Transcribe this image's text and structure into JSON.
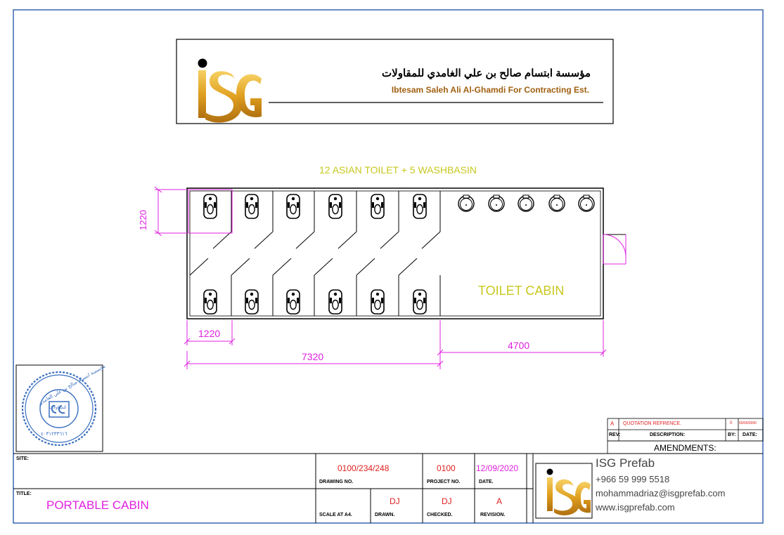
{
  "header": {
    "logo_text": "ISG",
    "company_name_ar": "مؤسسة ابتسام صالح بن علي الغامدي للمقاولات",
    "company_name_en": "Ibtesam Saleh Ali Al-Ghamdi For Contracting Est."
  },
  "drawing": {
    "title": "12 ASIAN TOILET + 5 WASHBASIN",
    "room_label": "TOILET CABIN",
    "dim_height": "1220",
    "dim_cubicle": "1220",
    "dim_toilet_section": "7320",
    "dim_wash_section": "4700"
  },
  "stamp": {
    "ring_text": "مؤسسة ابتسام صالح بن علي الغامدي",
    "inner_text": "للمقاولات",
    "number": "٤٠٣١٢٣٣٦١٦"
  },
  "revisions": {
    "row": {
      "rev": "A",
      "description": "QUOTATION REFRENCE.",
      "by": "0",
      "date": "00/00/0000"
    },
    "headers": {
      "rev": "REV:",
      "description": "DESCRIPTION:",
      "by": "BY:",
      "date": "DATE:"
    },
    "label": "AMENDMENTS:"
  },
  "title_block": {
    "site_label": "SITE:",
    "title_label": "TITLE:",
    "title_value": "PORTABLE CABIN",
    "drawing_no": "0100/234/248",
    "drawing_no_label": "DRAWING NO.",
    "project_no": "0100",
    "project_no_label": "PROJECT NO.",
    "date": "12/09/2020",
    "date_label": "DATE.",
    "scale_label": "SCALE AT A4.",
    "drawn": "DJ",
    "drawn_label": "DRAWN.",
    "checked": "DJ",
    "checked_label": "CHECKED.",
    "revision": "A",
    "revision_label": "REVISION.",
    "company": "ISG Prefab",
    "phone": "+966 59 999 5518",
    "email": "mohammadriaz@isgprefab.com",
    "website": "www.isgprefab.com"
  },
  "colors": {
    "magenta": "#e020e0",
    "yellow": "#c8c820",
    "frame": "#3a66b0",
    "gold": "#e0a020"
  }
}
